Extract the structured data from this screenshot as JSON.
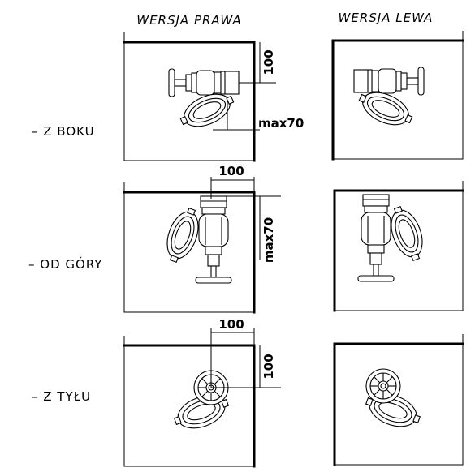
{
  "headers": {
    "right_version": "WERSJA PRAWA",
    "left_version": "WERSJA LEWA"
  },
  "rows": [
    {
      "label": "– Z BOKU"
    },
    {
      "label": "– OD GÓRY"
    },
    {
      "label": "– Z TYŁU"
    }
  ],
  "dimensions": {
    "side_vertical": "100",
    "side_max": "max70",
    "top_horizontal": "100",
    "top_max": "max70",
    "rear_horizontal": "100",
    "rear_vertical": "100"
  },
  "colors": {
    "line": "#000000",
    "background": "#ffffff"
  }
}
